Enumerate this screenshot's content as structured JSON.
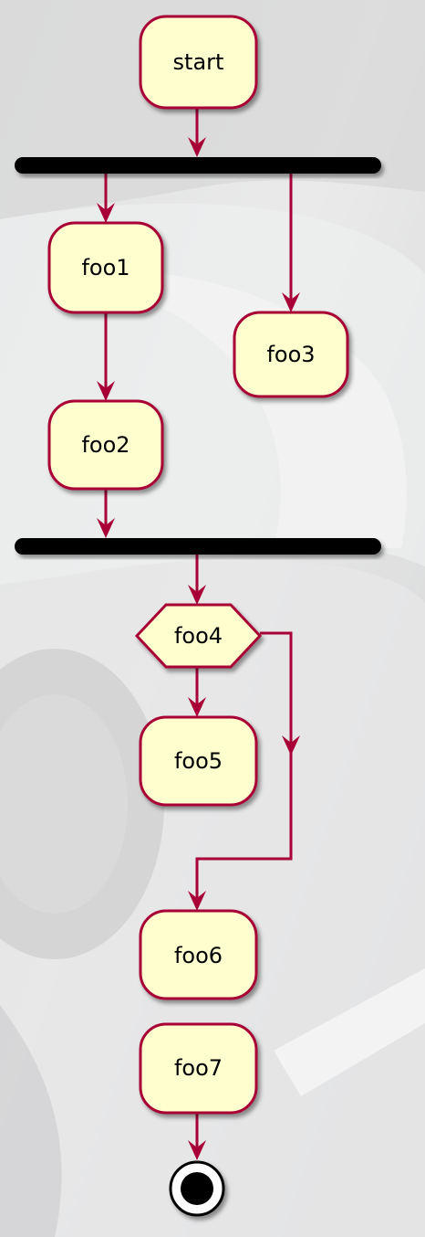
{
  "diagram": {
    "type": "activity",
    "background": "photograph of a silver sports car (faded)",
    "colors": {
      "node_fill": "#FEFECE",
      "node_border": "#A80036",
      "arrow": "#A80036",
      "bar": "#000000"
    },
    "nodes": {
      "start": "start",
      "foo1": "foo1",
      "foo2": "foo2",
      "foo3": "foo3",
      "foo4": "foo4",
      "foo5": "foo5",
      "foo6": "foo6",
      "foo7": "foo7"
    },
    "edges": [
      [
        "start",
        "fork-bar"
      ],
      [
        "fork-bar",
        "foo1"
      ],
      [
        "fork-bar",
        "foo3"
      ],
      [
        "foo1",
        "foo2"
      ],
      [
        "foo2",
        "join-bar"
      ],
      [
        "join-bar",
        "foo4"
      ],
      [
        "foo4",
        "foo5"
      ],
      [
        "foo4",
        "foo6"
      ],
      [
        "foo7",
        "end"
      ]
    ]
  }
}
